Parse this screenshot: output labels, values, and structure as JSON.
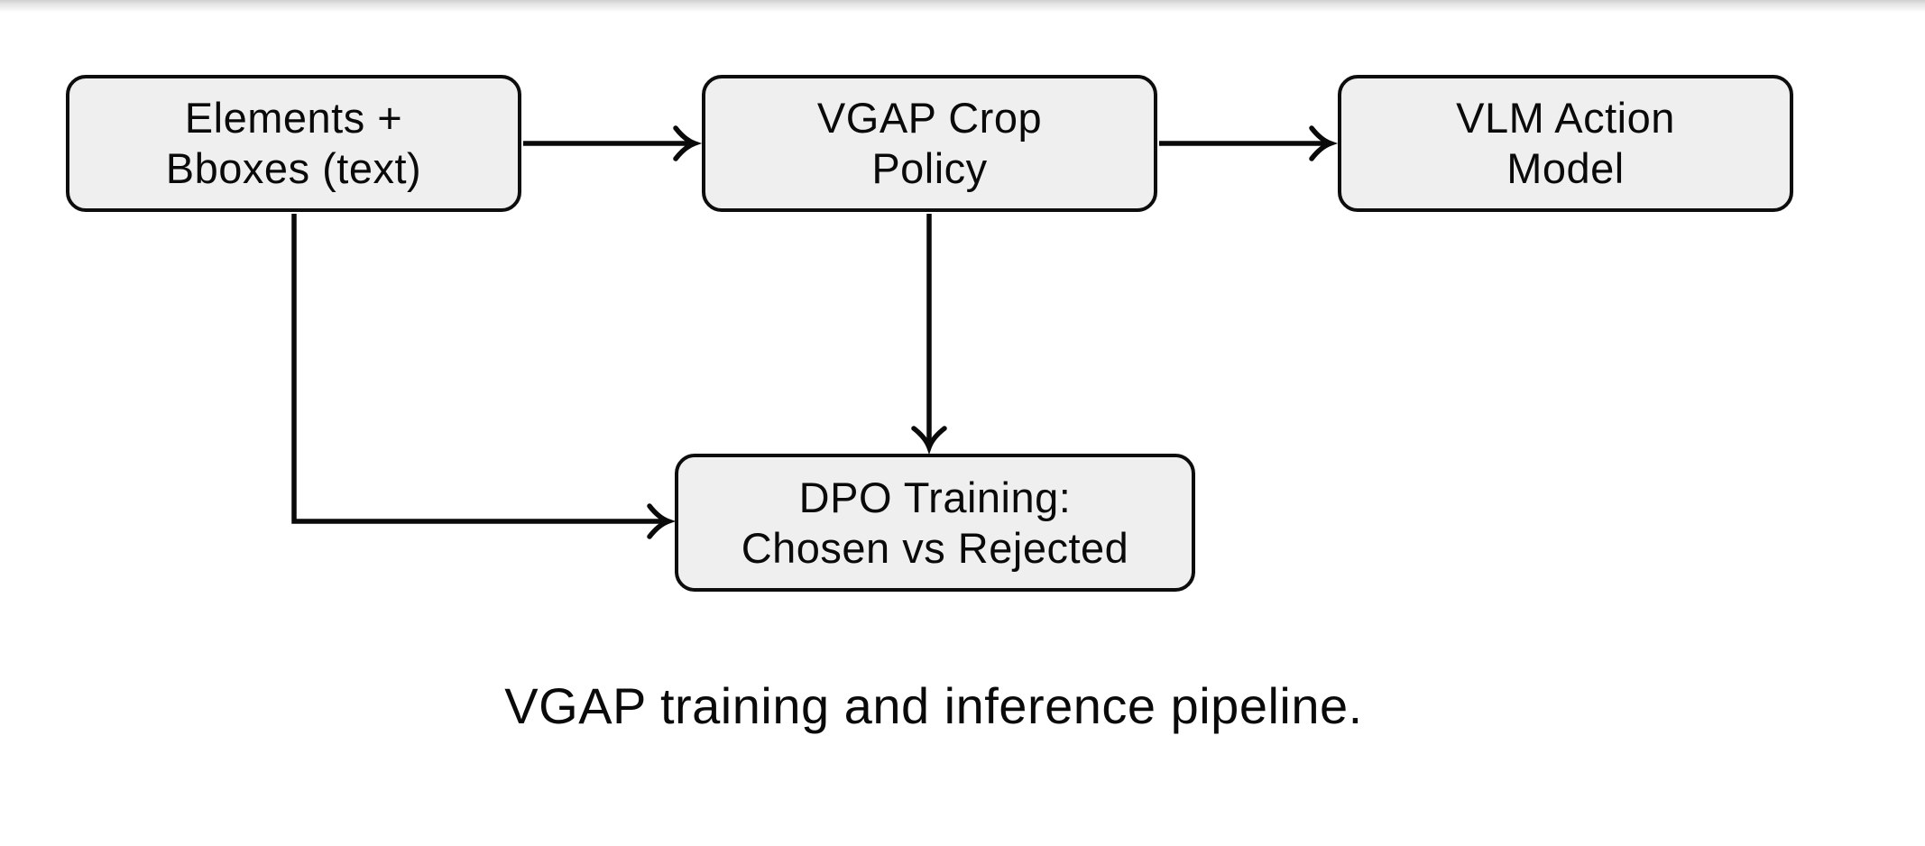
{
  "figure": {
    "type": "flowchart",
    "caption": "VGAP training and inference pipeline.",
    "style": {
      "node_fill": "#efefef",
      "node_border": "#0d0d0d",
      "arrow_color": "#0a0a0a",
      "text_color": "#0a0a0a",
      "page_background": "#ffffff",
      "top_edge_shade": "#cfcfcf"
    },
    "nodes": [
      {
        "id": "elements-bboxes",
        "lines": [
          "Elements +",
          "Bboxes (text)"
        ]
      },
      {
        "id": "vgap-crop-policy",
        "lines": [
          "VGAP Crop",
          "Policy"
        ]
      },
      {
        "id": "vlm-action-model",
        "lines": [
          "VLM Action",
          "Model"
        ]
      },
      {
        "id": "dpo-training",
        "lines": [
          "DPO Training:",
          "Chosen vs Rejected"
        ]
      }
    ],
    "edges": [
      {
        "from": "elements-bboxes",
        "to": "vgap-crop-policy",
        "shape": "straight-right"
      },
      {
        "from": "vgap-crop-policy",
        "to": "vlm-action-model",
        "shape": "straight-right"
      },
      {
        "from": "vgap-crop-policy",
        "to": "dpo-training",
        "shape": "straight-down"
      },
      {
        "from": "elements-bboxes",
        "to": "dpo-training",
        "shape": "elbow-down-right"
      }
    ]
  }
}
